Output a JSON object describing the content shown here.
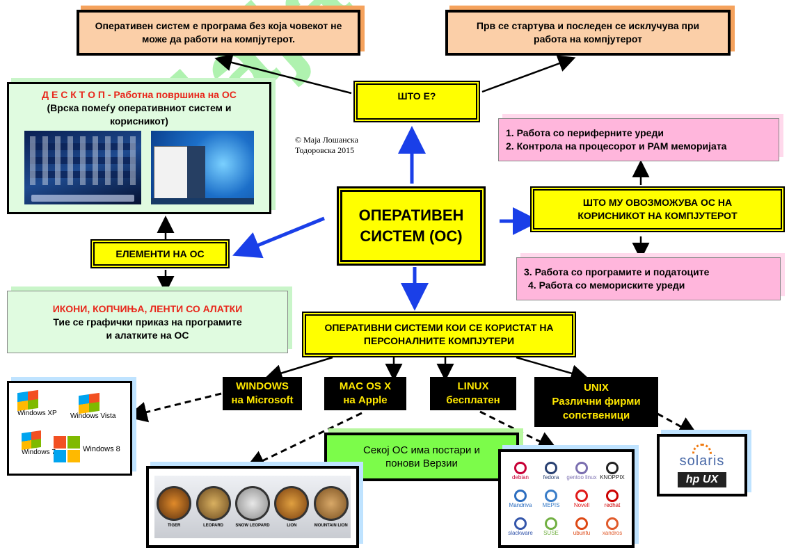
{
  "watermark": "Маја Лошанска",
  "copyright": "© Маја Лошанска Тодоровска 2015",
  "top_left": "Оперативен систем е програма без која човекот не може да работи на компјутерот.",
  "top_right": "Прв се стартува и последен се исклучува при работа на компјутерот",
  "what_is": "ШТО Е?",
  "central": "ОПЕРАТИВЕН СИСТЕМ (ОС)",
  "desktop": {
    "title": "Д Е С К Т О П - Работна површина на ОС",
    "subtitle": "(Врска помеѓу оперативниот систем и корисникот)"
  },
  "elements": "ЕЛЕМЕНТИ НА ОС",
  "icons_box": {
    "title": "ИКОНИ, КОПЧИЊА, ЛЕНТИ СО АЛАТКИ",
    "text": "Тие се графички приказ на програмите и алатките на ОС"
  },
  "enables": "ШТО МУ ОВОЗМОЖУВА ОС НА КОРИСНИКОТ НА КОМПЈУТЕРОТ",
  "functions_top": [
    "1. Работа со периферните уреди",
    "2. Контрола на процесорот и РАМ меморијата"
  ],
  "functions_bottom": [
    "3. Работа со програмите и податоците",
    "4. Работа со мемориските уреди"
  ],
  "pc_os": "ОПЕРАТИВНИ СИСТЕМИ КОИ СЕ КОРИСТАТ НА ПЕРСОНАЛНИТЕ КОМПЈУТЕРИ",
  "os_types": [
    {
      "name": "WINDOWS",
      "sub": "на Microsoft"
    },
    {
      "name": "MAC OS X",
      "sub": "на Apple"
    },
    {
      "name": "LINUX",
      "sub": "бесплатен"
    },
    {
      "name": "UNIX",
      "sub": "Различни фирми сопственици"
    }
  ],
  "versions_note": "Секој ОС има постари и понови Верзии",
  "windows_logos": [
    "Windows XP",
    "Windows Vista",
    "Windows 7",
    "Windows 8"
  ],
  "mac_versions": [
    "TIGER",
    "LEOPARD",
    "SNOW LEOPARD",
    "LION",
    "MOUNTAIN LION"
  ],
  "linux_distros": [
    "debian",
    "fedora",
    "gentoo linux",
    "KNOPPIX",
    "Mandriva",
    "MEPIS",
    "Novell",
    "redhat",
    "slackware",
    "SUSE",
    "ubuntu",
    "xandros"
  ],
  "unix_logos": [
    "solaris",
    "hp UX"
  ],
  "colors": {
    "peach": "#fbcfa8",
    "yellow": "#ffff00",
    "pink": "#ffb6dc",
    "mint": "#e0fbe0",
    "green": "#7cfc4a"
  }
}
